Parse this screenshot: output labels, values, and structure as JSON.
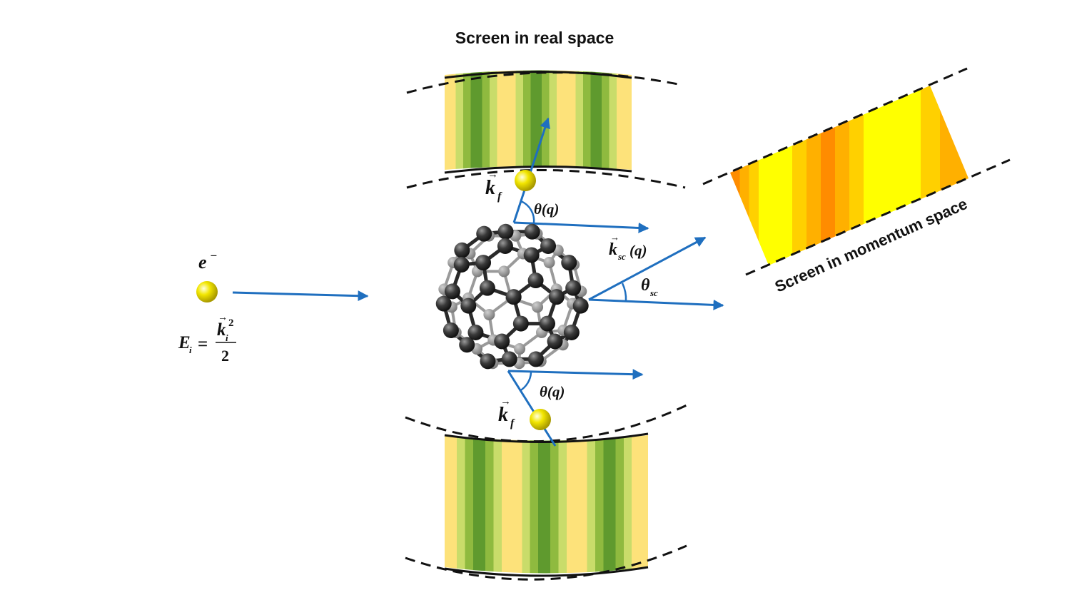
{
  "labels": {
    "real_screen_title": "Screen in real space",
    "momentum_screen_title": "Screen in momentum space",
    "electron_symbol": "e",
    "electron_charge": "−",
    "energy_lhs_E": "E",
    "energy_lhs_sub": "i",
    "energy_equals": "=",
    "energy_num_k": "k",
    "energy_num_sub": "i",
    "energy_num_sup": "2",
    "energy_den": "2",
    "kf_k": "k",
    "kf_sub": "f",
    "theta_q": "θ(q)",
    "ksc_k": "k",
    "ksc_sub": "sc",
    "ksc_arg": "(q)",
    "theta_sc": "θ",
    "theta_sc_sub": "sc"
  },
  "colors": {
    "arrow": "#1f6fbf",
    "electron": "#f2e600",
    "molecule_atom": "#3a3a3a",
    "green_dark": "#5f9a2e",
    "green_mid": "#8fba3f",
    "green_light": "#c9dc6a",
    "yellow_pale": "#fde27a",
    "orange_deep": "#ff8c00",
    "orange": "#ffb000",
    "yellow_bright": "#ffff00"
  },
  "icons": {
    "electron": "yellow-sphere",
    "molecule": "fullerene-c60"
  }
}
